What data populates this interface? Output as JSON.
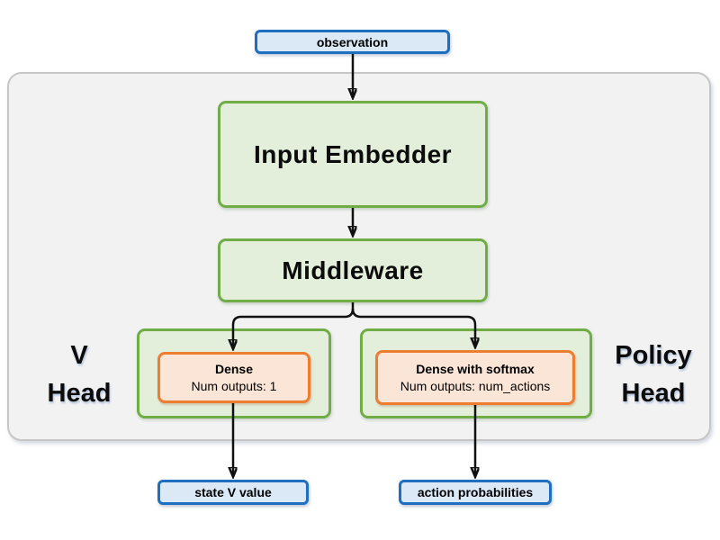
{
  "diagram": {
    "title_semantic": "actor-critic network architecture",
    "nodes": {
      "observation": {
        "label": "observation"
      },
      "input_embedder": {
        "label": "Input Embedder"
      },
      "middleware": {
        "label": "Middleware"
      },
      "v_head": {
        "group_label_line1": "V",
        "group_label_line2": "Head",
        "layer_title": "Dense",
        "layer_detail": "Num outputs: 1",
        "output_label": "state V value"
      },
      "policy_head": {
        "group_label_line1": "Policy",
        "group_label_line2": "Head",
        "layer_title": "Dense with softmax",
        "layer_detail": "Num outputs: num_actions",
        "output_label": "action probabilities"
      }
    },
    "colors": {
      "io_node_fill": "#dbe9f7",
      "io_node_border": "#1f6fc0",
      "process_node_fill": "#e3efda",
      "process_node_border": "#70ad47",
      "layer_node_fill": "#fbe5d6",
      "layer_node_border": "#ed7d31",
      "container_fill": "#f2f2f2",
      "container_border": "#c6c6c6",
      "arrow_color": "#111111",
      "text_color": "#000000"
    }
  }
}
